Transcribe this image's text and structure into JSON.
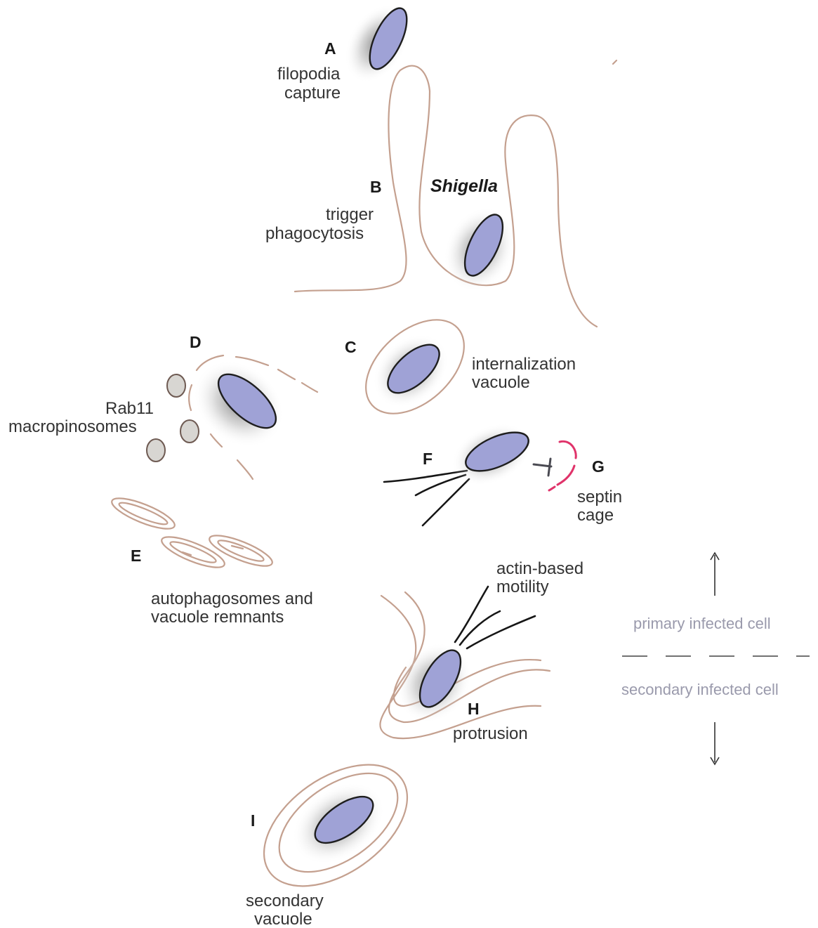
{
  "colors": {
    "bacterium_fill": "#9fa2d6",
    "bacterium_outline": "#1e1e1e",
    "membrane": "#c4a08f",
    "septin": "#e0336a",
    "actin": "#161616",
    "cell_divider_text": "#9a9aac"
  },
  "organism": "Shigella",
  "steps": [
    {
      "letter": "A",
      "lines": [
        "filopodia",
        "capture"
      ]
    },
    {
      "letter": "B",
      "lines": [
        "trigger",
        "phagocytosis"
      ]
    },
    {
      "letter": "C",
      "lines": [
        "internalization",
        "vacuole"
      ]
    },
    {
      "letter": "D",
      "lines": [
        "Rab11",
        "macropinosomes"
      ]
    },
    {
      "letter": "E",
      "lines": [
        "autophagosomes and",
        "vacuole remnants"
      ]
    },
    {
      "letter": "F",
      "lines": []
    },
    {
      "letter": "G",
      "lines": [
        "septin",
        "cage"
      ]
    },
    {
      "letter": "H",
      "lines": [
        "actin-based",
        "motility",
        "protrusion"
      ]
    },
    {
      "letter": "I",
      "lines": [
        "secondary",
        "vacuole"
      ]
    }
  ],
  "cell_divider": {
    "top_label": "primary infected cell",
    "bottom_label": "secondary infected cell"
  }
}
